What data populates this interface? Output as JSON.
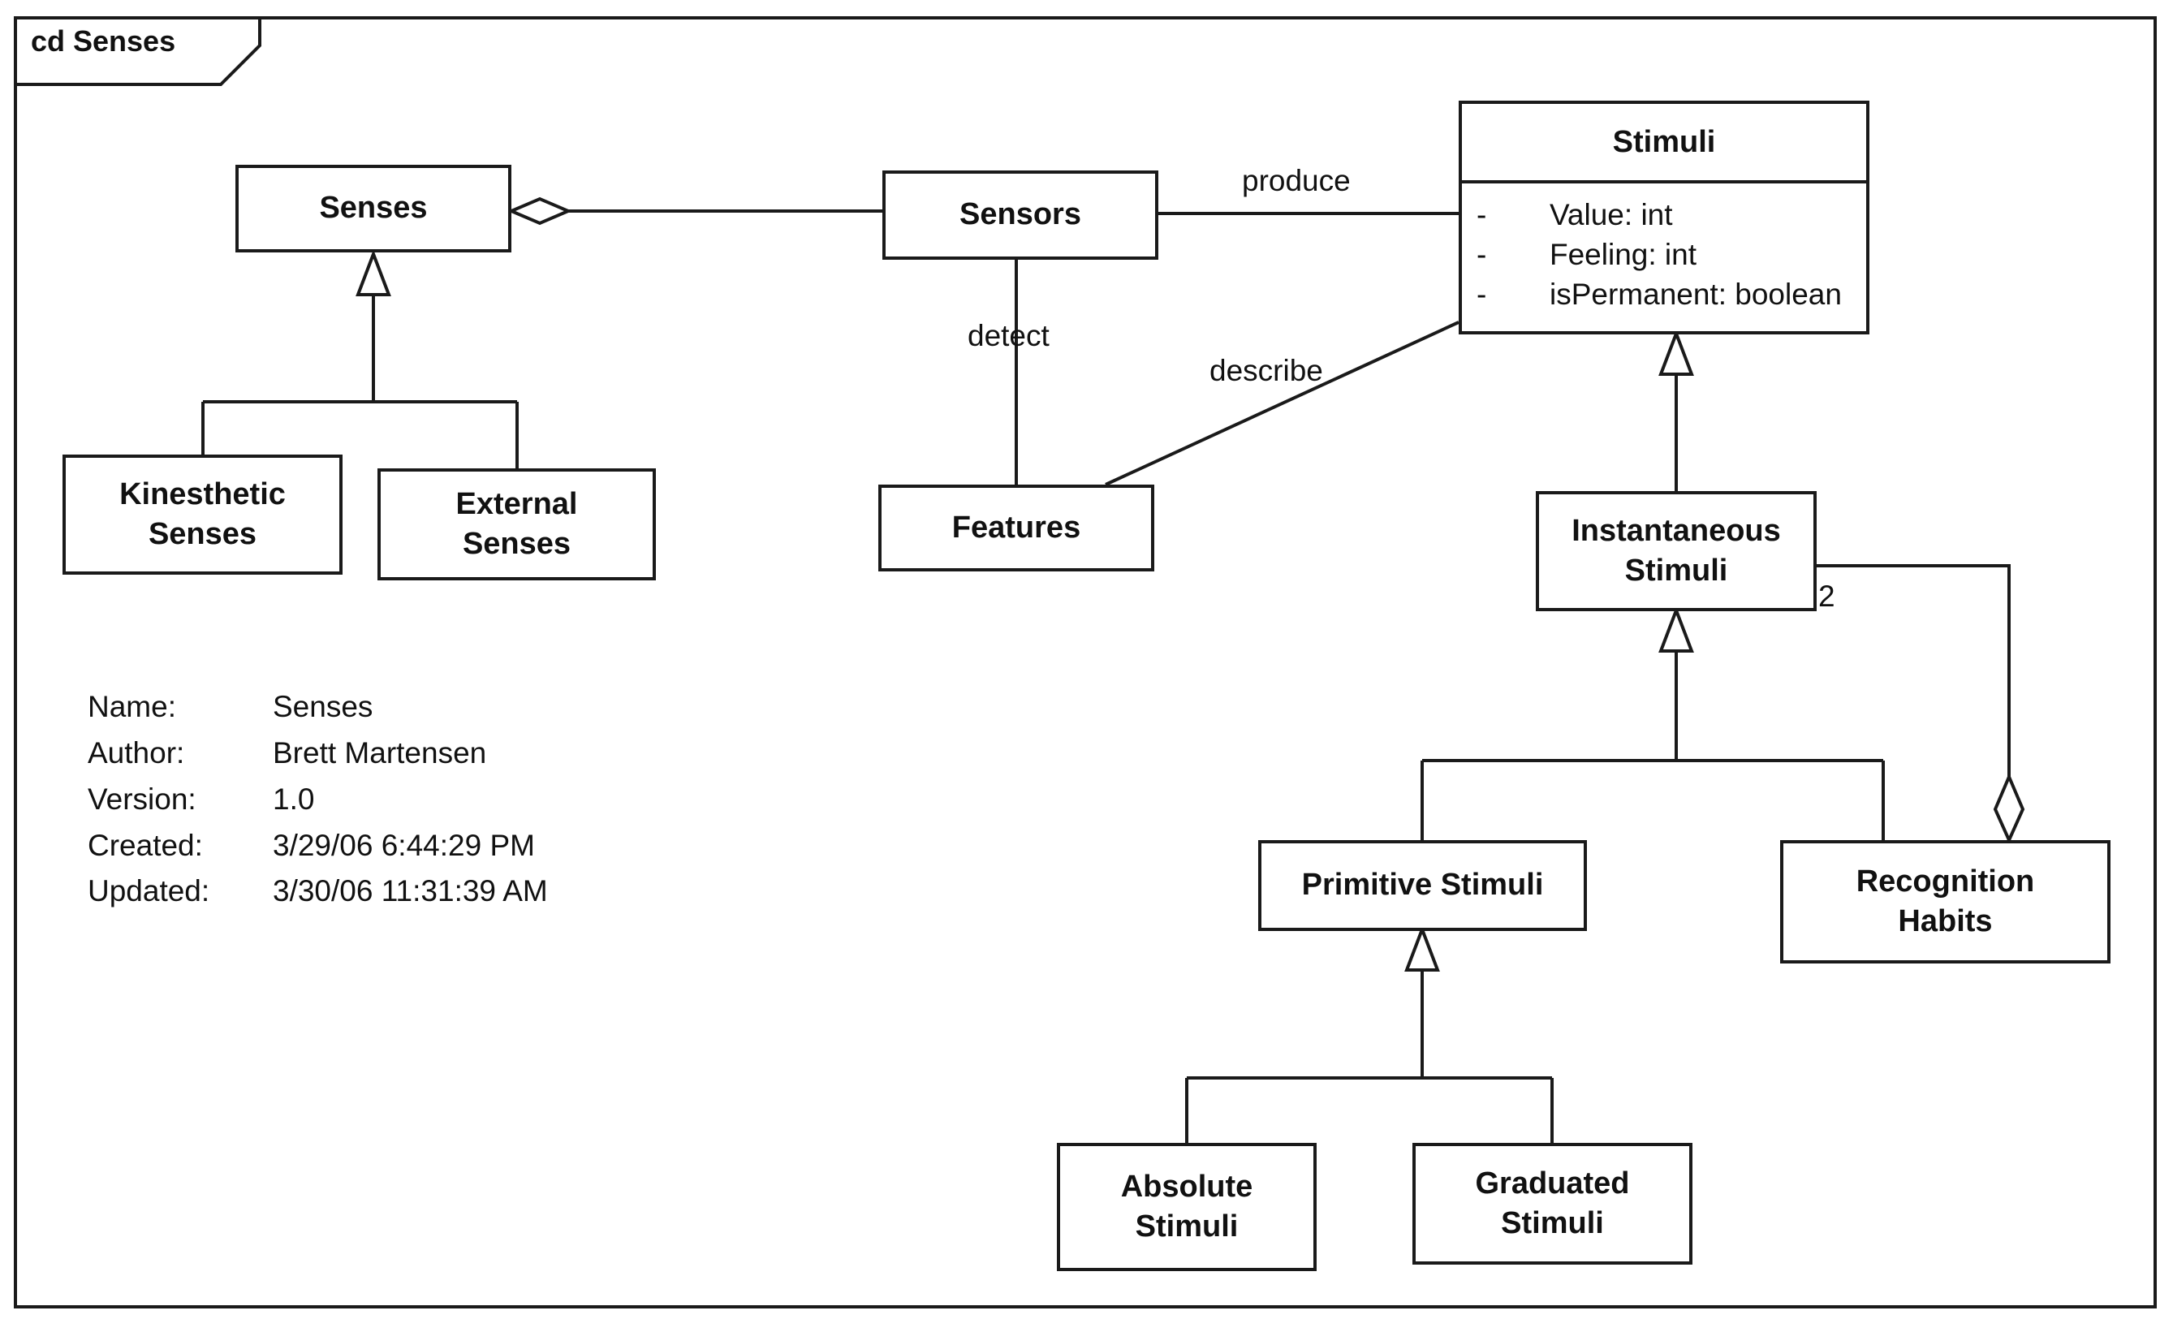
{
  "frame": {
    "title": "cd Senses"
  },
  "classes": {
    "senses": "Senses",
    "kinesthetic": "Kinesthetic\nSenses",
    "external": "External\nSenses",
    "sensors": "Sensors",
    "features": "Features",
    "stimuli": {
      "name": "Stimuli",
      "attributes": [
        {
          "visibility": "-",
          "text": "Value:  int"
        },
        {
          "visibility": "-",
          "text": "Feeling:  int"
        },
        {
          "visibility": "-",
          "text": "isPermanent:  boolean"
        }
      ]
    },
    "instantaneous": "Instantaneous\nStimuli",
    "primitive": "Primitive Stimuli",
    "recognition": "Recognition\nHabits",
    "absolute": "Absolute\nStimuli",
    "graduated": "Graduated\nStimuli"
  },
  "associations": {
    "produce": "produce",
    "detect": "detect",
    "describe": "describe",
    "multiplicity": "2"
  },
  "metadata": {
    "rows": [
      {
        "key": "Name:",
        "value": "Senses"
      },
      {
        "key": "Author:",
        "value": "Brett Martensen"
      },
      {
        "key": "Version:",
        "value": "1.0"
      },
      {
        "key": "Created:",
        "value": "3/29/06 6:44:29 PM"
      },
      {
        "key": "Updated:",
        "value": "3/30/06 11:31:39 AM"
      }
    ]
  }
}
